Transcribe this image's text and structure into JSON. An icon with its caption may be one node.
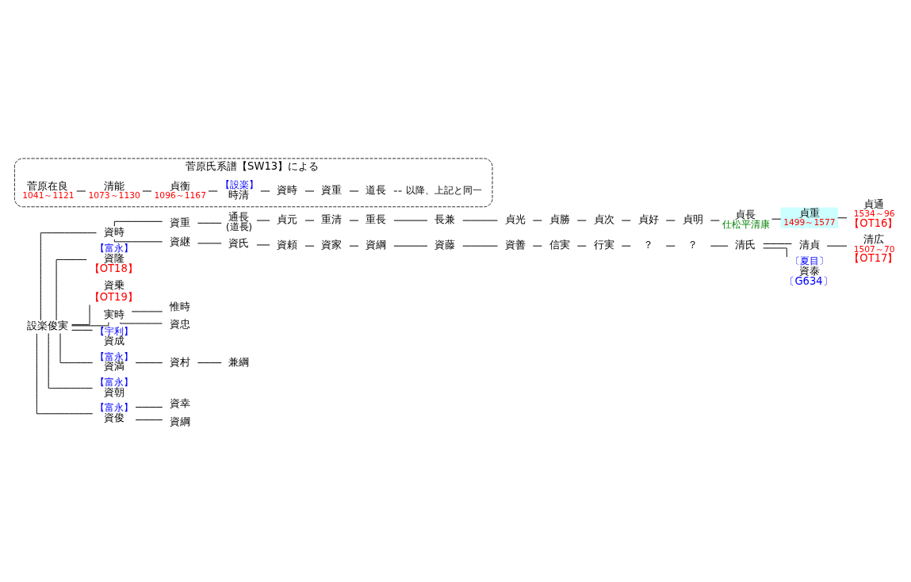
{
  "diagram": {
    "nodes": [
      {
        "text": [
          "設楽俊実"
        ]
      },
      {
        "text": [
          "資時"
        ]
      },
      {
        "text": [
          "【富永】",
          "資隆",
          "【OT18】"
        ]
      },
      {
        "text": [
          "資乗",
          "【OT19】"
        ]
      },
      {
        "text": [
          "実時"
        ]
      },
      {
        "text": [
          "【宇利】",
          "資成"
        ]
      },
      {
        "text": [
          "【富永】",
          "資満"
        ]
      },
      {
        "text": [
          "【富永】",
          "資朝"
        ]
      },
      {
        "text": [
          "【富永】",
          "資俊"
        ]
      },
      {
        "text": [
          "資重"
        ]
      },
      {
        "text": [
          "資継"
        ]
      },
      {
        "text": [
          "通長",
          "(道長)"
        ]
      },
      {
        "text": [
          "貞元"
        ]
      },
      {
        "text": [
          "重清"
        ]
      },
      {
        "text": [
          "重長"
        ]
      },
      {
        "text": [
          "長兼"
        ]
      },
      {
        "text": [
          "貞光"
        ]
      },
      {
        "text": [
          "貞勝"
        ]
      },
      {
        "text": [
          "貞次"
        ]
      },
      {
        "text": [
          "貞好"
        ]
      },
      {
        "text": [
          "貞明"
        ]
      },
      {
        "text": [
          "貞長",
          "仕松平清康"
        ]
      },
      {
        "text": [
          "貞重",
          "1499～1577"
        ]
      },
      {
        "text": [
          "貞通",
          "1534～96",
          "【OT16】"
        ]
      },
      {
        "text": [
          "資氏"
        ]
      },
      {
        "text": [
          "資頼"
        ]
      },
      {
        "text": [
          "資家"
        ]
      },
      {
        "text": [
          "資綱"
        ]
      },
      {
        "text": [
          "資藤"
        ]
      },
      {
        "text": [
          "資善"
        ]
      },
      {
        "text": [
          "信実"
        ]
      },
      {
        "text": [
          "行実"
        ]
      },
      {
        "text": [
          "？"
        ]
      },
      {
        "text": [
          "？"
        ]
      },
      {
        "text": [
          "清氏"
        ]
      },
      {
        "text": [
          "清貞"
        ]
      },
      {
        "text": [
          "清広",
          "1507～70",
          "【OT17】"
        ]
      },
      {
        "text": [
          "〔夏目〕",
          "資泰",
          "〔G634〕"
        ]
      },
      {
        "text": [
          "惟時"
        ]
      },
      {
        "text": [
          "資忠"
        ]
      },
      {
        "text": [
          "資村"
        ]
      },
      {
        "text": [
          "兼綱"
        ]
      },
      {
        "text": [
          "資幸"
        ]
      },
      {
        "text": [
          "資綱"
        ]
      },
      {
        "text": [
          "菅原氏系譜【SW13】による"
        ]
      },
      {
        "text": [
          "菅原在良",
          "1041～1121"
        ],
        "in": 44
      },
      {
        "text": [
          "清能",
          "1073～1130"
        ],
        "in": 44
      },
      {
        "text": [
          "貞衡",
          "1096～1167"
        ],
        "in": 44
      },
      {
        "text": [
          "【設楽】",
          "時清"
        ],
        "in": 44
      },
      {
        "text": [
          "資時"
        ],
        "in": 44
      },
      {
        "text": [
          "資重"
        ],
        "in": 44
      },
      {
        "text": [
          "道長"
        ],
        "in": 44
      },
      {
        "text": [
          "以降、上記と同一"
        ],
        "in": 44
      }
    ],
    "edges": [
      {
        "from": 0,
        "to": 1,
        "arrow": "none"
      },
      {
        "from": 0,
        "to": 2,
        "arrow": "none"
      },
      {
        "from": 0,
        "to": 3,
        "arrow": "none"
      },
      {
        "from": 0,
        "to": 4,
        "arrow": "none"
      },
      {
        "from": 0,
        "to": 5,
        "arrow": "none"
      },
      {
        "from": 0,
        "to": 6,
        "arrow": "none"
      },
      {
        "from": 0,
        "to": 7,
        "arrow": "none"
      },
      {
        "from": 0,
        "to": 8,
        "arrow": "none"
      },
      {
        "from": 1,
        "to": 9,
        "arrow": "none"
      },
      {
        "from": 1,
        "to": 10,
        "arrow": "none"
      },
      {
        "from": 9,
        "to": 11,
        "arrow": "none"
      },
      {
        "from": 11,
        "to": 12,
        "arrow": "none"
      },
      {
        "from": 12,
        "to": 13,
        "arrow": "none"
      },
      {
        "from": 13,
        "to": 14,
        "arrow": "none"
      },
      {
        "from": 14,
        "to": 15,
        "arrow": "none"
      },
      {
        "from": 15,
        "to": 16,
        "arrow": "none"
      },
      {
        "from": 16,
        "to": 17,
        "arrow": "none"
      },
      {
        "from": 17,
        "to": 18,
        "arrow": "none"
      },
      {
        "from": 18,
        "to": 19,
        "arrow": "none"
      },
      {
        "from": 19,
        "to": 20,
        "arrow": "none"
      },
      {
        "from": 20,
        "to": 21,
        "arrow": "none"
      },
      {
        "from": 21,
        "to": 22,
        "arrow": "none"
      },
      {
        "from": 22,
        "to": 23,
        "arrow": "none"
      },
      {
        "from": 10,
        "to": 24,
        "arrow": "none"
      },
      {
        "from": 24,
        "to": 25,
        "arrow": "none"
      },
      {
        "from": 25,
        "to": 26,
        "arrow": "none"
      },
      {
        "from": 26,
        "to": 27,
        "arrow": "none"
      },
      {
        "from": 27,
        "to": 28,
        "arrow": "none"
      },
      {
        "from": 28,
        "to": 29,
        "arrow": "none"
      },
      {
        "from": 29,
        "to": 30,
        "arrow": "none"
      },
      {
        "from": 30,
        "to": 31,
        "arrow": "none"
      },
      {
        "from": 31,
        "to": 32,
        "arrow": "none"
      },
      {
        "from": 32,
        "to": 33,
        "arrow": "none"
      },
      {
        "from": 33,
        "to": 34,
        "arrow": "none"
      },
      {
        "from": 34,
        "to": 35,
        "arrow": "none"
      },
      {
        "from": 35,
        "to": 36,
        "arrow": "none"
      },
      {
        "from": 34,
        "to": 37,
        "arrow": "none"
      },
      {
        "from": 4,
        "to": 38,
        "arrow": "none"
      },
      {
        "from": 4,
        "to": 39,
        "arrow": "none"
      },
      {
        "from": 6,
        "to": 40,
        "arrow": "none"
      },
      {
        "from": 40,
        "to": 41,
        "arrow": "none"
      },
      {
        "from": 8,
        "to": 42,
        "arrow": "none"
      },
      {
        "from": 8,
        "to": 43,
        "arrow": "none"
      },
      {
        "from": 45,
        "to": 46,
        "arrow": "none"
      },
      {
        "from": 46,
        "to": 47,
        "arrow": "none"
      },
      {
        "from": 47,
        "to": 48,
        "arrow": "none"
      },
      {
        "from": 48,
        "to": 49,
        "arrow": "none"
      },
      {
        "from": 49,
        "to": 50,
        "arrow": "none"
      },
      {
        "from": 50,
        "to": 51,
        "arrow": "none"
      },
      {
        "from": 51,
        "to": 52,
        "arrow": "none",
        "style": "dashed"
      }
    ]
  }
}
